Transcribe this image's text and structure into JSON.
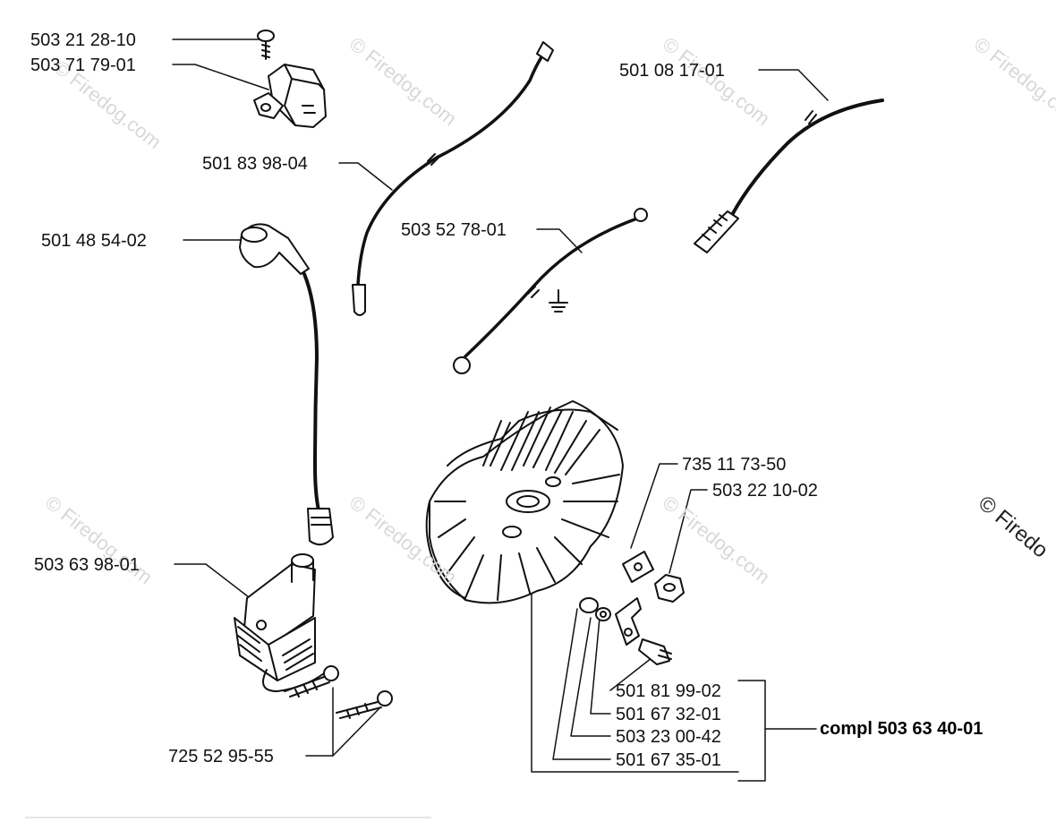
{
  "parts": [
    {
      "id": "p1",
      "label": "503 21 28-10"
    },
    {
      "id": "p2",
      "label": "503 71 79-01"
    },
    {
      "id": "p3",
      "label": "501 83 98-04"
    },
    {
      "id": "p4",
      "label": "501 08 17-01"
    },
    {
      "id": "p5",
      "label": "501 48 54-02"
    },
    {
      "id": "p6",
      "label": "503 52 78-01"
    },
    {
      "id": "p7",
      "label": "735 11 73-50"
    },
    {
      "id": "p8",
      "label": "503 22 10-02"
    },
    {
      "id": "p9",
      "label": "503 63 98-01"
    },
    {
      "id": "p10",
      "label": "501 81 99-02"
    },
    {
      "id": "p11",
      "label": "501 67 32-01"
    },
    {
      "id": "p12",
      "label": "503 23 00-42"
    },
    {
      "id": "p13",
      "label": "501 67 35-01"
    },
    {
      "id": "p14",
      "label": "725 52 95-55"
    }
  ],
  "assembly": {
    "label": "compl 503 63 40-01"
  },
  "watermark": {
    "text": "© Firedog.com",
    "edge_text": "© Firedo"
  },
  "colors": {
    "line": "#111111",
    "watermark": "#d8d8d8"
  }
}
